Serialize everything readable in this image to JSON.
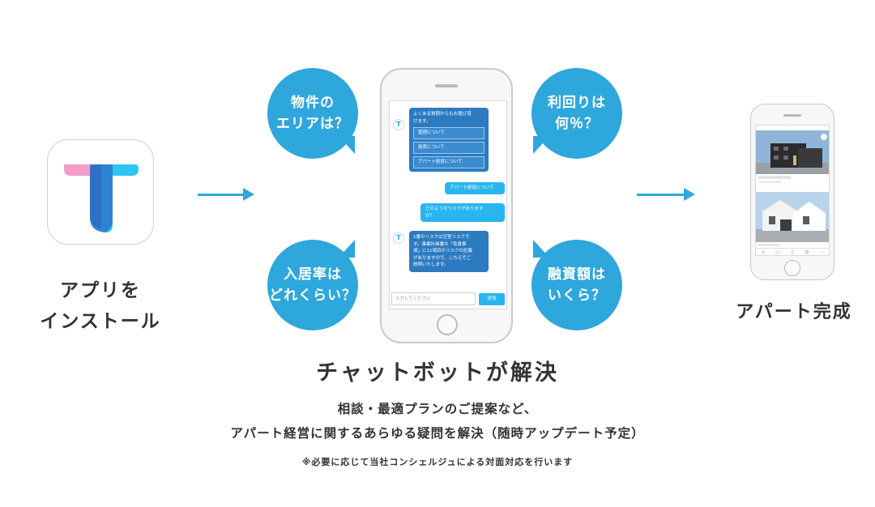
{
  "colors": {
    "accent": "#2ea7dc",
    "bot_bubble": "#2c7bc0",
    "user_bubble": "#29b6f0",
    "icon_pink": "#f29ec8",
    "icon_blue": "#2b7fd0",
    "icon_cyan": "#2ec4f4"
  },
  "install": {
    "app_icon": "t-logo-icon",
    "label_line1": "アプリを",
    "label_line2": "インストール"
  },
  "bubbles": {
    "area": {
      "line1": "物件の",
      "line2": "エリアは？"
    },
    "yield": {
      "line1": "利回りは",
      "line2": "何％？"
    },
    "occupancy": {
      "line1": "入居率は",
      "line2": "どれくらい？"
    },
    "loan": {
      "line1": "融資額は",
      "line2": "いくら？"
    }
  },
  "chat": {
    "bot_avatar": "T",
    "greeting": {
      "line1": "よくある質問からもお選び頂",
      "line2": "けます。"
    },
    "options": [
      "管理について",
      "投資について",
      "アパート経営について"
    ],
    "user_reply": "アパート経営について",
    "user_question": {
      "line1": "どのようなリスクがあります",
      "line2": "か？"
    },
    "bot_answer": {
      "line1": "1番のリスクは空室リスクで",
      "line2": "す。事業計画書の「免責事",
      "line3": "項」に11項目のリスクの記載",
      "line4": "がありますので、こちらでご",
      "line5": "説明いたします。"
    },
    "input_placeholder": "入力してください",
    "send_label": "送信"
  },
  "result": {
    "label": "アパート完成"
  },
  "headline": "チャットボットが解決",
  "description": {
    "line1": "相談・最適プランのご提案など、",
    "line2": "アパート経営に関するあらゆる疑問を解決（随時アップデート予定）"
  },
  "note": "※必要に応じて当社コンシェルジュによる対面対応を行います"
}
